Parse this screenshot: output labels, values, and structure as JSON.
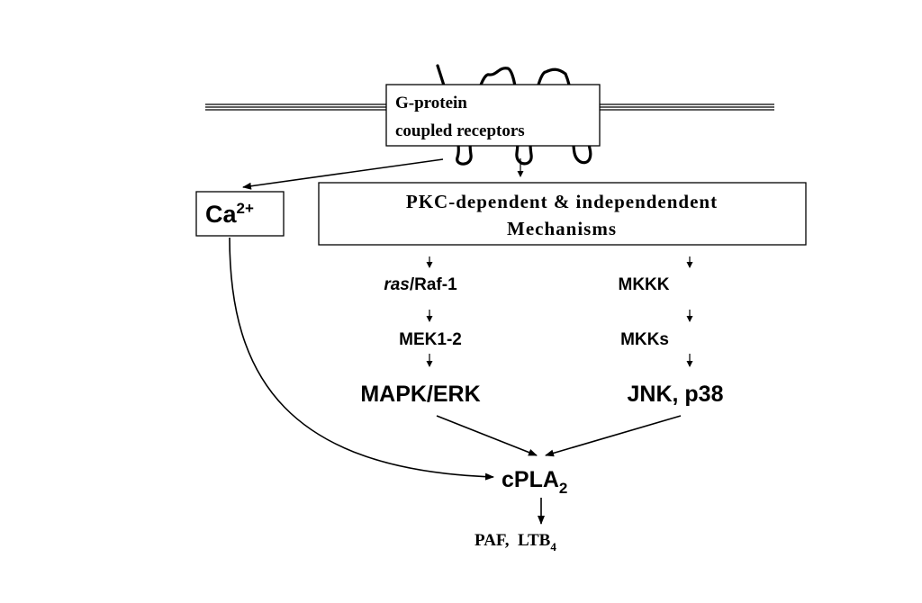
{
  "receptor": {
    "line1": "G-protein",
    "line2": "coupled receptors"
  },
  "calcium": {
    "base": "Ca",
    "sup": "2+"
  },
  "pkc": {
    "line1": "PKC-dependent & independendent",
    "line2": "Mechanisms"
  },
  "erk_pathway": {
    "ras_italic": "ras",
    "ras_rest": "/Raf-1",
    "mek": "MEK1-2",
    "mapk": "MAPK/ERK"
  },
  "jnk_pathway": {
    "mkkk": "MKKK",
    "mkks": "MKKs",
    "jnk": "JNK, p38"
  },
  "cpla2": {
    "base": "cPLA",
    "sub": "2"
  },
  "products": {
    "text": "PAF,  LTB",
    "sub": "4"
  }
}
